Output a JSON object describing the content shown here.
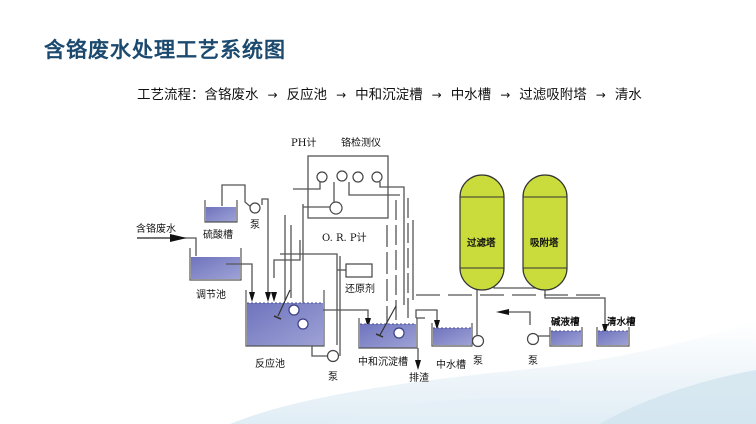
{
  "title": "含铬废水处理工艺系统图",
  "process_flow": {
    "prefix": "工艺流程：",
    "arrow": "→",
    "steps": [
      "含铬废水",
      "反应池",
      "中和沉淀槽",
      "中水槽",
      "过滤吸附塔",
      "清水"
    ]
  },
  "diagram": {
    "labels": {
      "inflow": "含铬废水",
      "acid_tank": "硫酸槽",
      "pump_acid": "泵",
      "equalization_tank": "调节池",
      "ph_meter": "PH计",
      "chromium_detector": "铬检测仪",
      "orp_meter": "O. R. P计",
      "reducing_agent": "还原剂",
      "reaction_tank": "反应池",
      "pump_reaction": "泵",
      "neutralization_tank": "中和沉淀槽",
      "sludge_discharge": "排渣",
      "middle_water_tank": "中水槽",
      "pump_middle": "泵",
      "filter_tower": "过滤塔",
      "adsorption_tower": "吸附塔",
      "pump_alkali": "泵",
      "alkali_tank": "碱液槽",
      "clean_water_tank": "清水槽"
    },
    "colors": {
      "water": "#7b80c4",
      "water_dark": "#5a5fa8",
      "tower": "#c9dc3c",
      "line": "#555555",
      "title": "#1c4a6e"
    }
  }
}
